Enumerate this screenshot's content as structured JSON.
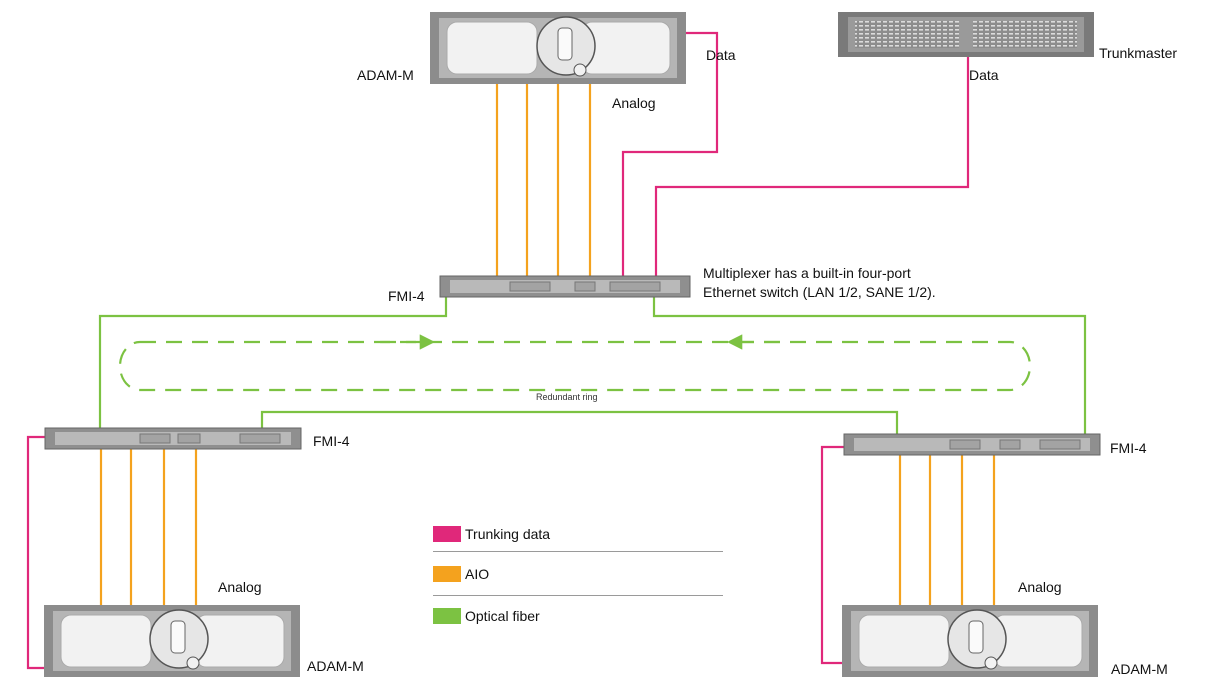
{
  "devices": {
    "adam_top": "ADAM-M",
    "adam_bottom_left": "ADAM-M",
    "adam_bottom_right": "ADAM-M",
    "trunkmaster": "Trunkmaster",
    "fmi_center": "FMI-4",
    "fmi_left": "FMI-4",
    "fmi_right": "FMI-4"
  },
  "connection_labels": {
    "data_top": "Data",
    "data_trunkmaster": "Data",
    "analog_top": "Analog",
    "analog_bottom_left": "Analog",
    "analog_bottom_right": "Analog",
    "redundant_ring": "Redundant ring"
  },
  "note": {
    "line1": "Multiplexer has a built-in four-port",
    "line2": "Ethernet switch (LAN 1/2, SANE 1/2)."
  },
  "legend": {
    "items": [
      {
        "label": "Trunking data",
        "color": "#e0287a"
      },
      {
        "label": "AIO",
        "color": "#f4a21e"
      },
      {
        "label": "Optical fiber",
        "color": "#7cc242"
      }
    ]
  },
  "colors": {
    "trunking_data": "#e0287a",
    "aio": "#f4a21e",
    "optical_fiber": "#7cc242"
  }
}
